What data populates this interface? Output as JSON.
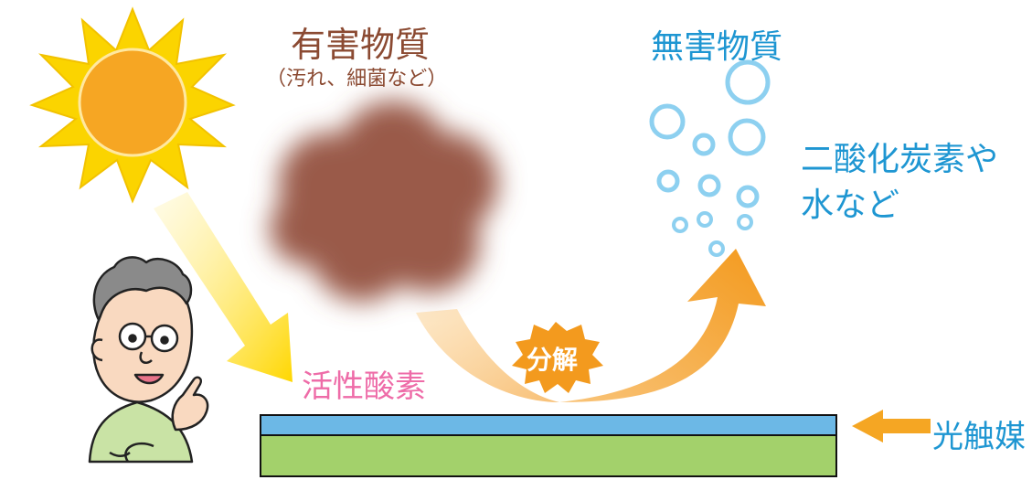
{
  "harmful": {
    "title": "有害物質",
    "subtitle": "（汚れ、細菌など）"
  },
  "harmless": {
    "title": "無害物質",
    "products_line1": "二酸化炭素や",
    "products_line2": "水など"
  },
  "active_oxygen_label": "活性酸素",
  "decompose_label": "分解",
  "photocatalyst_label": "光触媒",
  "colors": {
    "sun_core": "#F6A623",
    "sun_rays": "#FBD400",
    "light_beam": "#FFE13A",
    "pollution_cloud": "#9A5A49",
    "decompose_badge": "#F39A1E",
    "arrow_rise": "#F7A11F",
    "arrow_fall": "#FBCB85",
    "coating_layer": "#6CB8E6",
    "substrate_layer": "#A3D16B",
    "bubble": "#8DD0F0",
    "pointer_arrow": "#F5A623",
    "harmful_text": "#8B4A32",
    "harmless_text": "#1E96D2",
    "active_oxygen_text": "#EE6CA8"
  },
  "icons": {
    "sun": "sun-icon",
    "person": "scientist-illustration",
    "cloud": "pollution-cloud",
    "bubbles": "molecule-bubbles"
  }
}
